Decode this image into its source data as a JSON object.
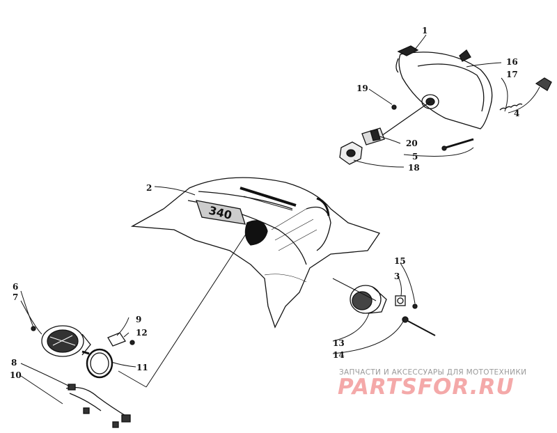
{
  "diagram": {
    "callouts": [
      "1",
      "2",
      "3",
      "4",
      "5",
      "6",
      "7",
      "8",
      "9",
      "10",
      "11",
      "12",
      "13",
      "14",
      "15",
      "16",
      "17",
      "18",
      "19",
      "20"
    ],
    "dash_decal_text": "340"
  },
  "watermark": {
    "tagline": "ЗАПЧАСТИ И АКСЕССУАРЫ ДЛЯ МОТОТЕХНИКИ",
    "brand": "PARTSFOR.RU",
    "color": "#f4a9a9"
  }
}
